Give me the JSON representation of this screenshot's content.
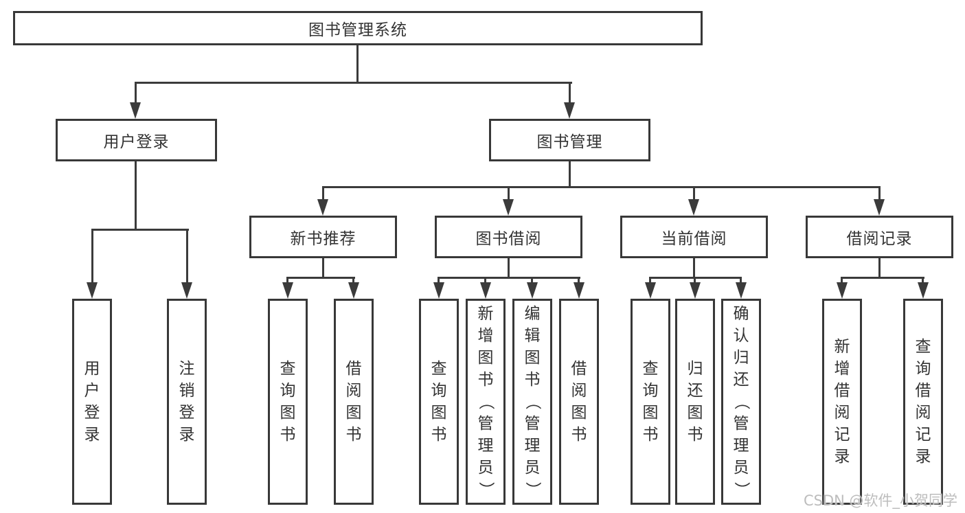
{
  "tree": {
    "root": "图书管理系统",
    "user_branch": {
      "label": "用户登录",
      "leaves": [
        "用户登录",
        "注销登录"
      ]
    },
    "book_branch": {
      "label": "图书管理",
      "sections": [
        {
          "label": "新书推荐",
          "leaves": [
            "查询图书",
            "借阅图书"
          ]
        },
        {
          "label": "图书借阅",
          "leaves": [
            "查询图书",
            "新增图书（管理员）",
            "编辑图书（管理员）",
            "借阅图书"
          ]
        },
        {
          "label": "当前借阅",
          "leaves": [
            "查询图书",
            "归还图书",
            "确认归还（管理员）"
          ]
        },
        {
          "label": "借阅记录",
          "leaves": [
            "新增借阅记录",
            "查询借阅记录"
          ]
        }
      ]
    }
  },
  "watermark": {
    "text": "CSDN @软件_小贺同学"
  },
  "colors": {
    "line": "#3b3b3b",
    "border": "#383838",
    "text": "#333333",
    "watermark": "#bdbdbd"
  }
}
